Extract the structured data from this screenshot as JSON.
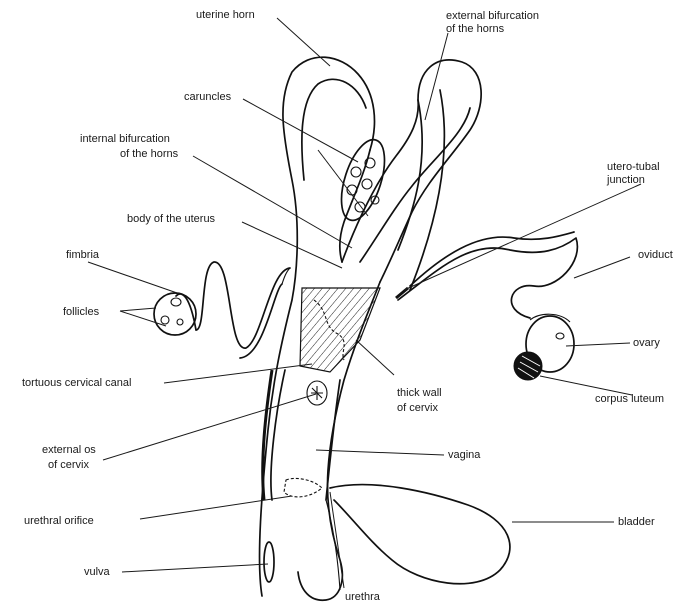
{
  "labels": {
    "uterine_horn": "uterine horn",
    "external_bifurcation_1": "external bifurcation",
    "external_bifurcation_2": "of the horns",
    "caruncles": "caruncles",
    "internal_bifurcation_1": "internal bifurcation",
    "internal_bifurcation_2": "of the horns",
    "body_of_uterus": "body of the uterus",
    "utero_tubal_1": "utero-tubal",
    "utero_tubal_2": "junction",
    "fimbria": "fimbria",
    "oviduct": "oviduct",
    "follicles": "follicles",
    "ovary": "ovary",
    "corpus_luteum": "corpus luteum",
    "tortuous_canal": "tortuous cervical canal",
    "thick_wall_1": "thick wall",
    "thick_wall_2": "of cervix",
    "external_os_1": "external os",
    "external_os_2": "of cervix",
    "vagina": "vagina",
    "urethral_orifice": "urethral orifice",
    "bladder": "bladder",
    "vulva": "vulva",
    "urethra": "urethra"
  }
}
